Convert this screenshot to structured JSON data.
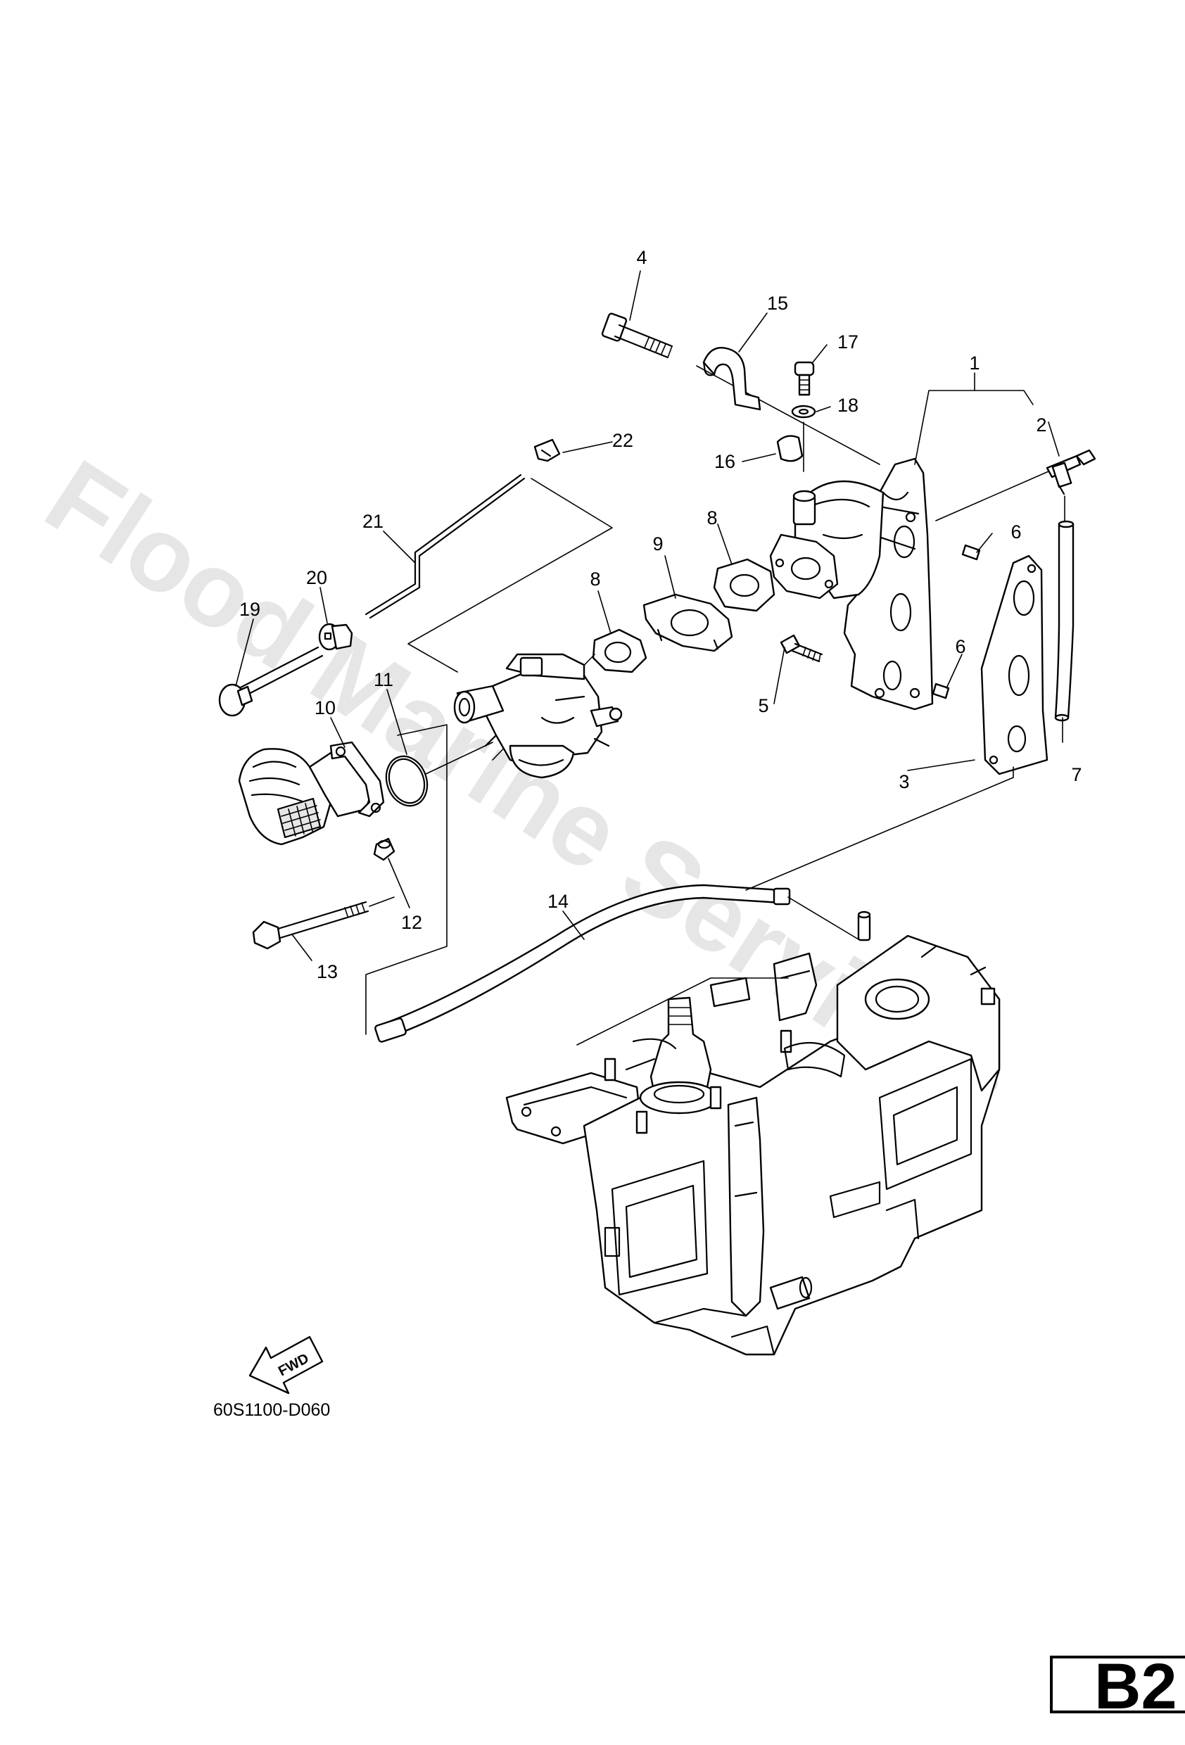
{
  "watermark": "Flood Marine Services",
  "diagram_code": "60S1100-D060",
  "page_id": "B2",
  "fwd_label": "FWD",
  "callouts": {
    "c1": "1",
    "c2": "2",
    "c3": "3",
    "c4": "4",
    "c5": "5",
    "c6a": "6",
    "c6b": "6",
    "c7": "7",
    "c8a": "8",
    "c8b": "8",
    "c9": "9",
    "c10": "10",
    "c11": "11",
    "c12": "12",
    "c13": "13",
    "c14": "14",
    "c15": "15",
    "c16": "16",
    "c17": "17",
    "c18": "18",
    "c19": "19",
    "c20": "20",
    "c21": "21",
    "c22": "22"
  }
}
